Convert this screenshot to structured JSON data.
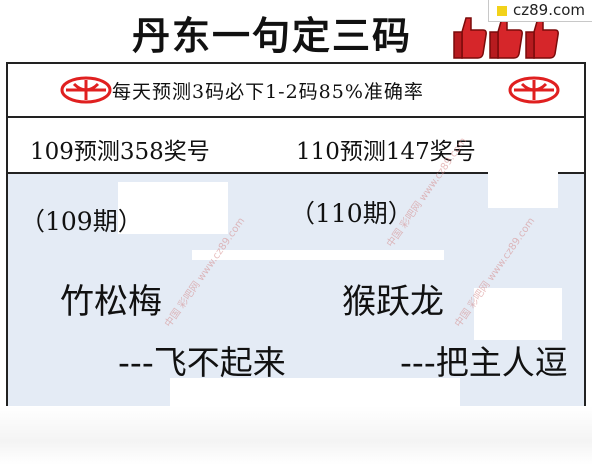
{
  "header": {
    "title": "丹东一句定三码",
    "thumbs_icon": "thumbs-up-icon"
  },
  "site_badge": {
    "label": "cz89.com"
  },
  "banner": {
    "text": "每天预测3码必下1-2码85%准确率",
    "logo_icon": "lottery-logo-icon"
  },
  "results": {
    "left": "109预测358奖号",
    "right": "110预测147奖号"
  },
  "periods": {
    "left": "（109期）",
    "right": "（110期）"
  },
  "riddles": {
    "left_phrase": "竹松梅",
    "left_hint": "---飞不起来",
    "right_phrase": "猴跃龙",
    "right_hint": "---把主人逗"
  },
  "colors": {
    "panel_bg": "#e4ebf5",
    "thumb_red": "#d6262a",
    "logo_red": "#e02020",
    "badge_dot": "#f2d21a"
  }
}
